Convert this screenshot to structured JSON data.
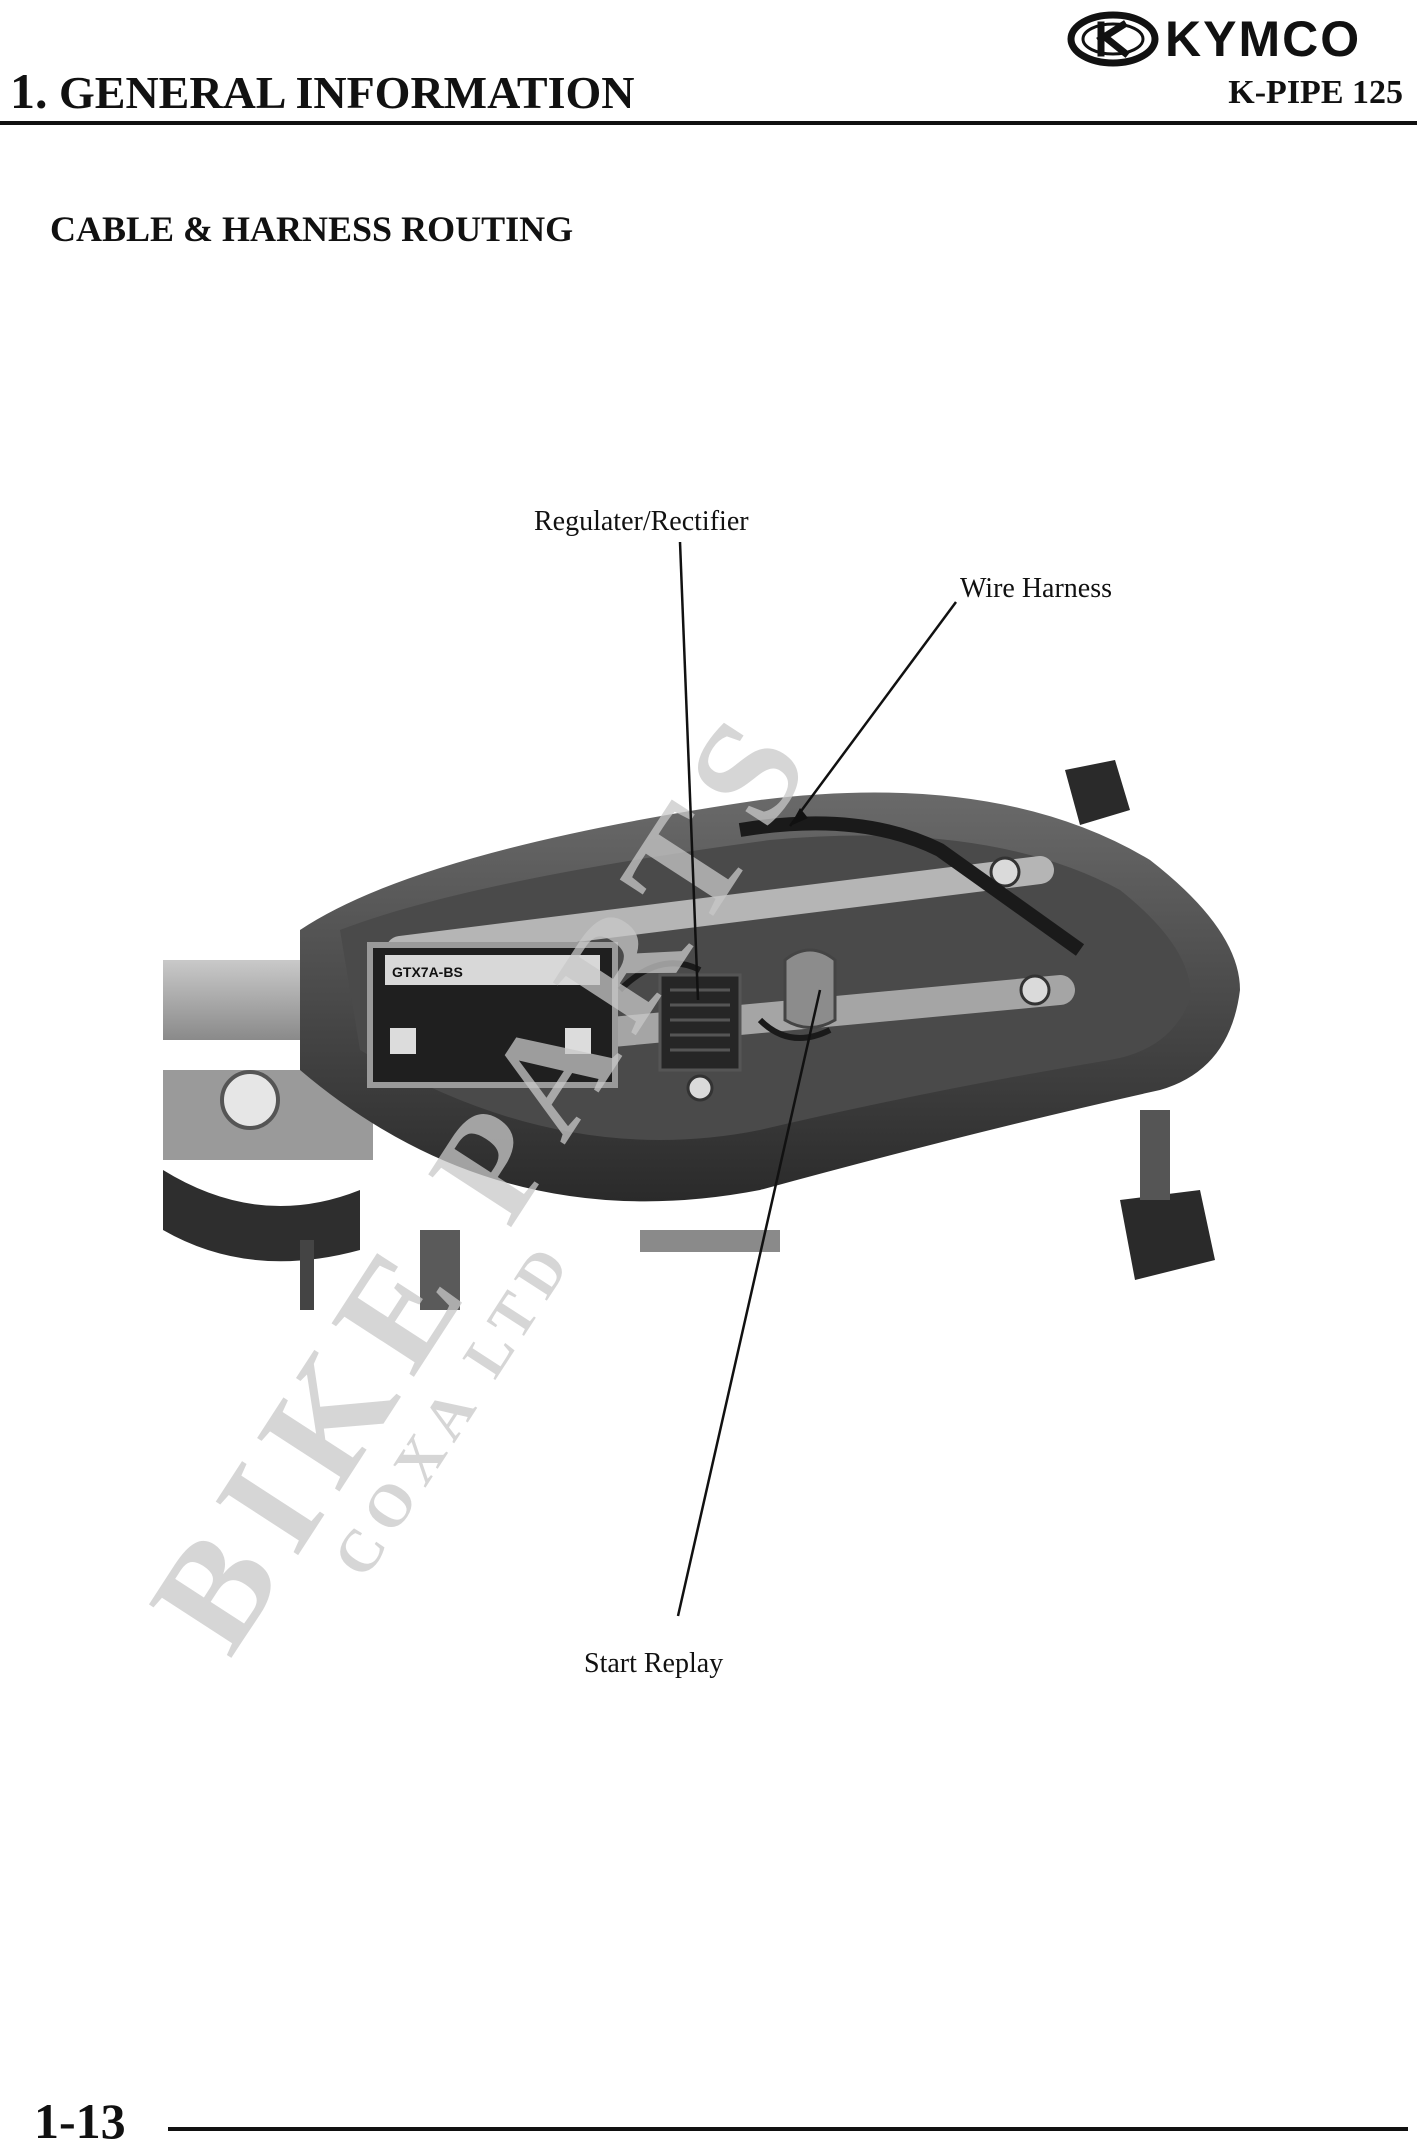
{
  "header": {
    "brand": "KYMCO",
    "chapter_number": "1.",
    "chapter_title": "GENERAL INFORMATION",
    "model": "K-PIPE 125"
  },
  "section": {
    "title": "CABLE & HARNESS ROUTING"
  },
  "figure": {
    "callouts": {
      "regulator": "Regulater/Rectifier",
      "wire_harness": "Wire Harness",
      "start_relay": "Start Replay"
    },
    "battery_label": "GTX7A-BS",
    "watermark": "BIKE PARTS",
    "watermark_sub": "COXA LTD"
  },
  "footer": {
    "page_number": "1-13"
  },
  "colors": {
    "text": "#111111",
    "rule": "#111111",
    "watermark": "#c8c8c8",
    "photo_dark": "#2a2a2a",
    "photo_mid": "#7a7a7a",
    "photo_light": "#b5b5b5"
  }
}
